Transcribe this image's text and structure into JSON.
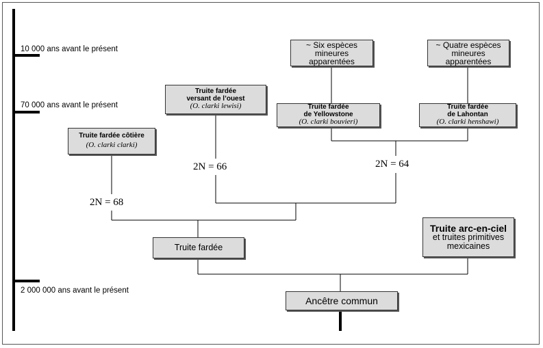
{
  "timeline": {
    "t1": "10 000 ans avant le présent",
    "t2": "70 000 ans avant le présent",
    "t3": "2 000 000 ans avant le présent"
  },
  "boxes": {
    "six": {
      "mark": "~",
      "line1": "Six espèces",
      "line2": "mineures",
      "line3": "apparentées"
    },
    "quatre": {
      "mark": "~",
      "line1": "Quatre espèces",
      "line2": "mineures",
      "line3": "apparentées"
    },
    "lewisi": {
      "line1": "Truite fardée",
      "line2": "versant de l’ouest",
      "latin": "(O. clarki lewisi)"
    },
    "bouvieri": {
      "line1": "Truite fardée",
      "line2": "de Yellowstone",
      "latin": "(O. clarki bouvieri)"
    },
    "henshawi": {
      "line1": "Truite fardée",
      "line2": "de Lahontan",
      "latin": "(O. clarki henshawi)"
    },
    "clarki": {
      "line1": "Truite fardée côtière",
      "latin": "(O. clarki clarki)"
    },
    "fardee": {
      "line1": "Truite fardée"
    },
    "arc": {
      "line1": "Truite arc-en-ciel",
      "line2": "et truites primitives",
      "line3": "mexicaines"
    },
    "ancetre": {
      "line1": "Ancêtre commun"
    }
  },
  "chromosomes": {
    "c66": "2N = 66",
    "c64": "2N = 64",
    "c68": "2N = 68"
  }
}
